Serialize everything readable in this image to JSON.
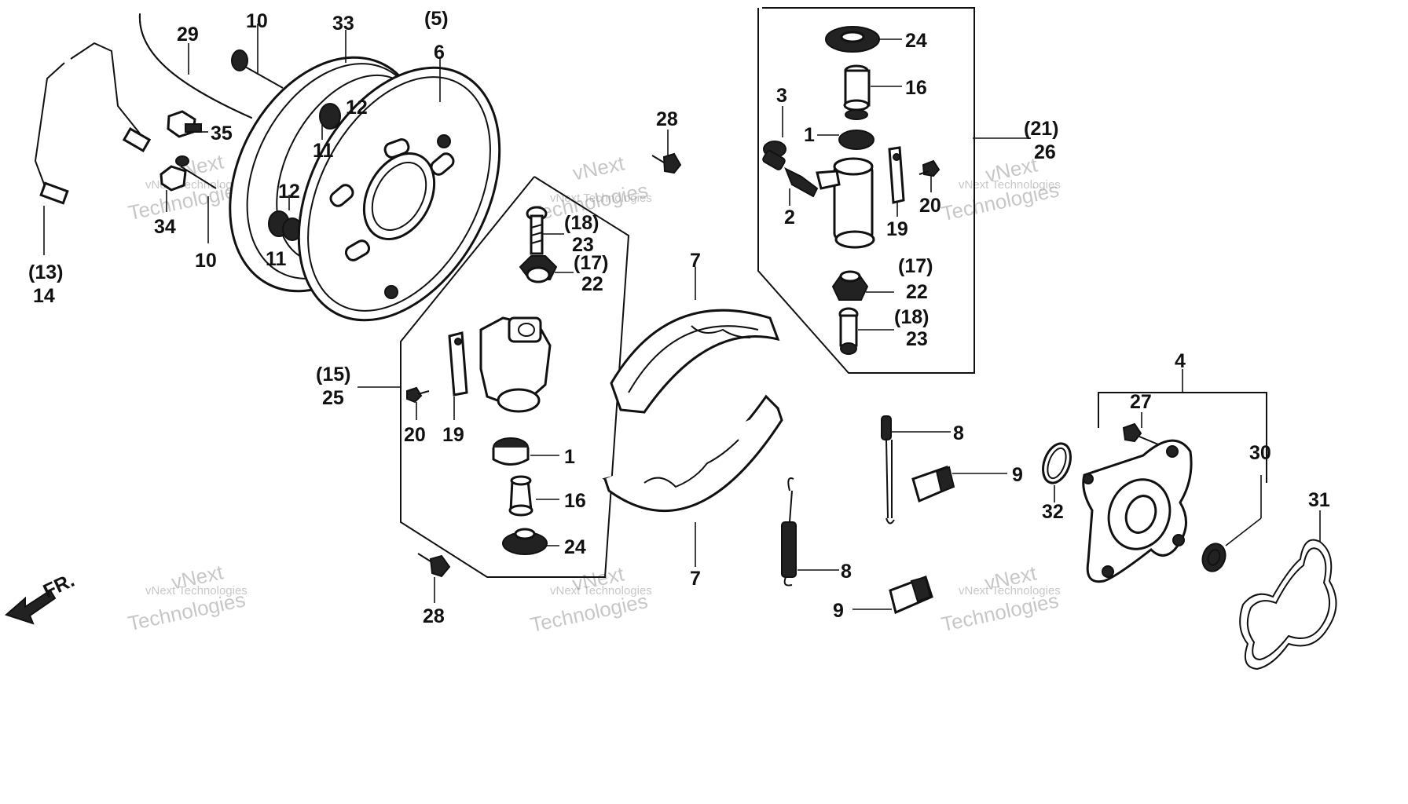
{
  "labels": {
    "l29": "29",
    "l10a": "10",
    "l33": "33",
    "l5": "(5)",
    "l6": "6",
    "l12a": "12",
    "l11a": "11",
    "l35": "35",
    "l12b": "12",
    "l11b": "11",
    "l34": "34",
    "l10b": "10",
    "l13": "(13)",
    "l14": "14",
    "l28a": "28",
    "l18a": "(18)",
    "l23a": "23",
    "l17a": "(17)",
    "l22a": "22",
    "l15": "(15)",
    "l25": "25",
    "l20a": "20",
    "l19a": "19",
    "l1a": "1",
    "l16a": "16",
    "l24a": "24",
    "l28b": "28",
    "l7a": "7",
    "l7b": "7",
    "l3": "3",
    "l2": "2",
    "l1b": "1",
    "l24b": "24",
    "l16b": "16",
    "l21": "(21)",
    "l26": "26",
    "l20b": "20",
    "l19b": "19",
    "l17b": "(17)",
    "l22b": "22",
    "l18b": "(18)",
    "l23b": "23",
    "l8a": "8",
    "l9a": "9",
    "l8b": "8",
    "l9b": "9",
    "l4": "4",
    "l27": "27",
    "l32": "32",
    "l30": "30",
    "l31": "31",
    "fr": "FR."
  },
  "watermarks": {
    "text_small": "vNext Technologies",
    "text_big_1": "vNext",
    "text_big_2": "Technologies"
  }
}
